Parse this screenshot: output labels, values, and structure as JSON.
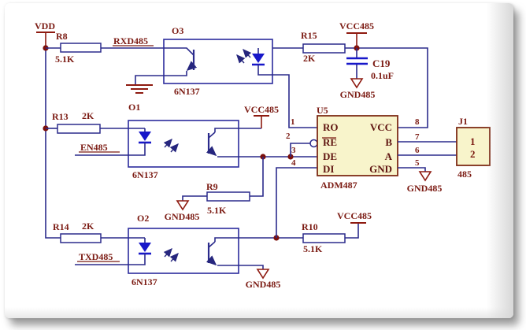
{
  "labels": {
    "vdd": "VDD",
    "vcc485": "VCC485",
    "gnd485": "GND485"
  },
  "nets": {
    "rxd": "RXD485",
    "en": "EN485",
    "txd": "TXD485"
  },
  "components": {
    "r8": {
      "ref": "R8",
      "value": "5.1K"
    },
    "r13": {
      "ref": "R13",
      "value": "2K"
    },
    "r14": {
      "ref": "R14",
      "value": "2K"
    },
    "r15": {
      "ref": "R15",
      "value": "2K"
    },
    "r9": {
      "ref": "R9",
      "value": "5.1K"
    },
    "r10": {
      "ref": "R10",
      "value": "5.1K"
    },
    "c19": {
      "ref": "C19",
      "value": "0.1uF"
    },
    "o3": {
      "ref": "O3",
      "part": "6N137"
    },
    "o1": {
      "ref": "O1",
      "part": "6N137"
    },
    "o2": {
      "ref": "O2",
      "part": "6N137"
    },
    "u5": {
      "ref": "U5",
      "part": "ADM487",
      "pins": {
        "p1": {
          "num": "1",
          "name": "RO"
        },
        "p2": {
          "num": "2",
          "name": "RE"
        },
        "p3": {
          "num": "3",
          "name": "DE"
        },
        "p4": {
          "num": "4",
          "name": "DI"
        },
        "p5": {
          "num": "5",
          "name": "GND"
        },
        "p6": {
          "num": "6",
          "name": "A"
        },
        "p7": {
          "num": "7",
          "name": "B"
        },
        "p8": {
          "num": "8",
          "name": "VCC"
        }
      }
    },
    "j1": {
      "ref": "J1",
      "label": "485",
      "pin1": "1",
      "pin2": "2"
    }
  }
}
